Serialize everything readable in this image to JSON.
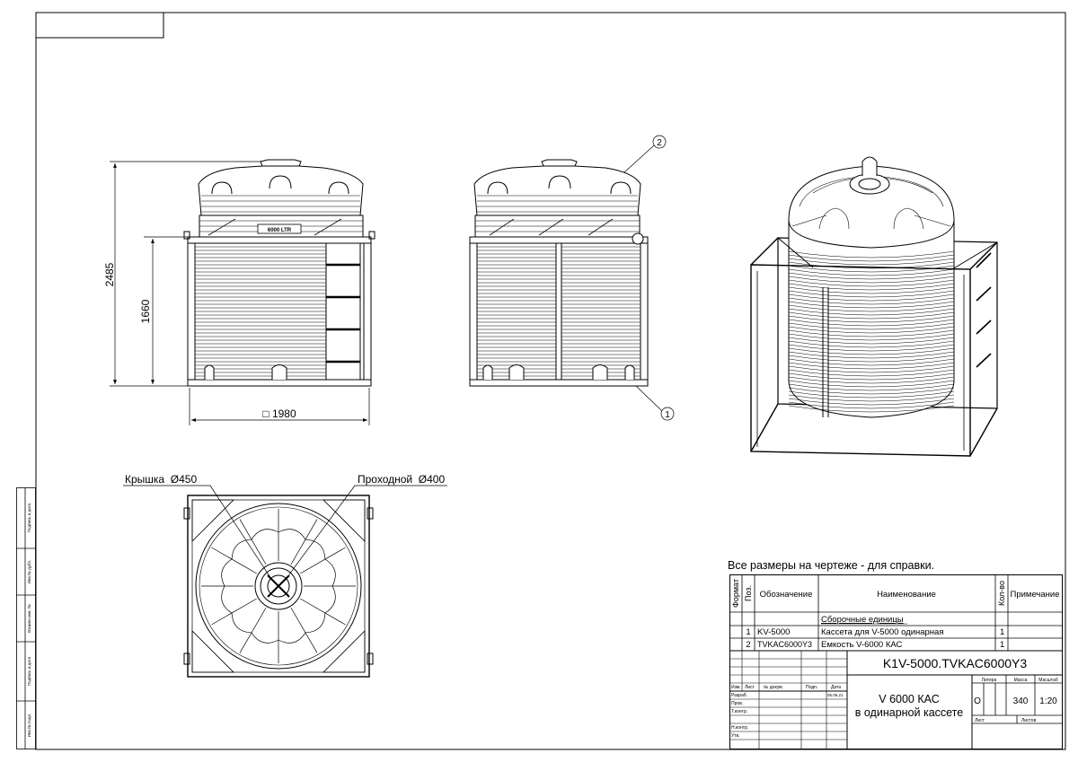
{
  "drawing": {
    "dimensions": {
      "total_height": "2485",
      "frame_height": "1660",
      "frame_width": "□ 1980"
    },
    "tank_label": "6000 LTR",
    "callouts": [
      "1",
      "2"
    ],
    "top_view": {
      "lid_label": "Крышка  Ø450",
      "hatch_label": "Проходной  Ø400"
    },
    "note": "Все размеры на чертеже - для справки."
  },
  "side_strip": [
    "Подпись и дата",
    "Инв.№ дубл.",
    "Взамен инв. №",
    "Подпись и дата",
    "Инв.№ подл."
  ],
  "spec_table": {
    "headers": {
      "format": "Формат",
      "pos": "Поз.",
      "designation": "Обозначение",
      "name": "Наименование",
      "qty": "Кол-во",
      "note": "Примечание"
    },
    "section": "Сборочные единицы",
    "rows": [
      {
        "pos": "1",
        "designation": "KV-5000",
        "name": "Кассета для V-5000 одинарная",
        "qty": "1"
      },
      {
        "pos": "2",
        "designation": "TVKAC6000Y3",
        "name": "Емкость V-6000 КАС",
        "qty": "1"
      }
    ]
  },
  "title_block": {
    "code": "K1V-5000.TVKAC6000Y3",
    "title_line1": "V 6000 КАС",
    "title_line2": "в одинарной кассете",
    "col_labels": [
      "Изм.",
      "Лист",
      "№ докум.",
      "Подп.",
      "Дата"
    ],
    "roles": [
      "Разраб.",
      "Пров.",
      "Т.контр.",
      "",
      "Н.контр.",
      "Утв."
    ],
    "date": "05.05.21",
    "litera_label": "Литера",
    "litera": "О",
    "mass_label": "Масса",
    "mass": "340",
    "scale_label": "Масштаб",
    "scale": "1:20",
    "sheet_label": "Лист",
    "sheets_label": "Листов"
  }
}
